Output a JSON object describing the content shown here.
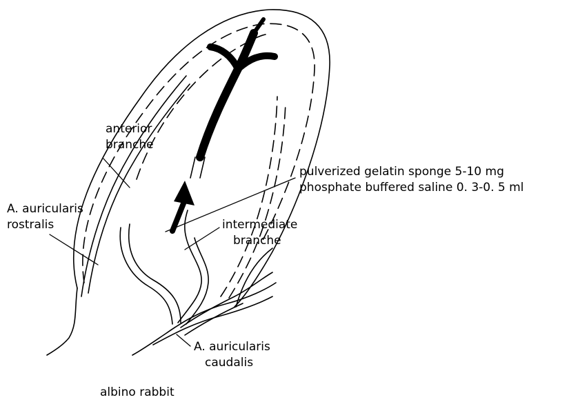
{
  "labels": {
    "anterior_line1": "anterior",
    "anterior_line2": "branche",
    "rostralis_line1": "A. auricularis",
    "rostralis_line2": "rostralis",
    "intermediate_line1": "intermediate",
    "intermediate_line2": "branche",
    "caudalis_line1": "A. auricularis",
    "caudalis_line2": "caudalis",
    "injection_line1": "pulverized gelatin sponge 5-10 mg",
    "injection_line2": "phosphate buffered saline 0. 3-0. 5 ml",
    "caption": "albino rabbit"
  },
  "colors": {
    "ink": "#000000",
    "background": "#ffffff"
  }
}
